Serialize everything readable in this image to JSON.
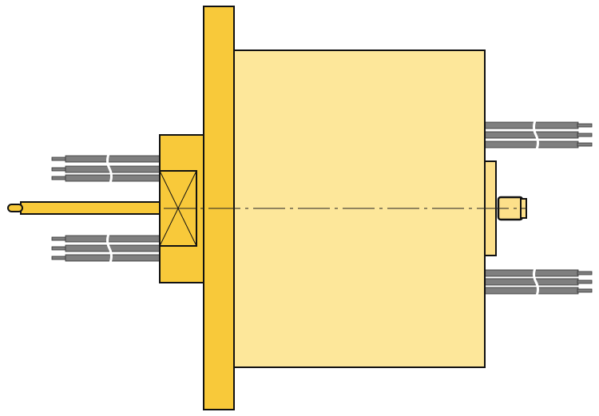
{
  "colors": {
    "flange": "#f8c93a",
    "body": "#fde79a",
    "hub": "#f8c93a",
    "plate": "#fde08a",
    "wire": "#7f7f7f",
    "outline": "#111111"
  },
  "components": [
    "flange",
    "rotor-body",
    "shaft-hub",
    "bearing",
    "shaft",
    "left-wire-bundle-top",
    "left-wire-bundle-bottom",
    "right-wire-bundle-top",
    "right-wire-bundle-bottom",
    "rear-plate",
    "connector"
  ]
}
